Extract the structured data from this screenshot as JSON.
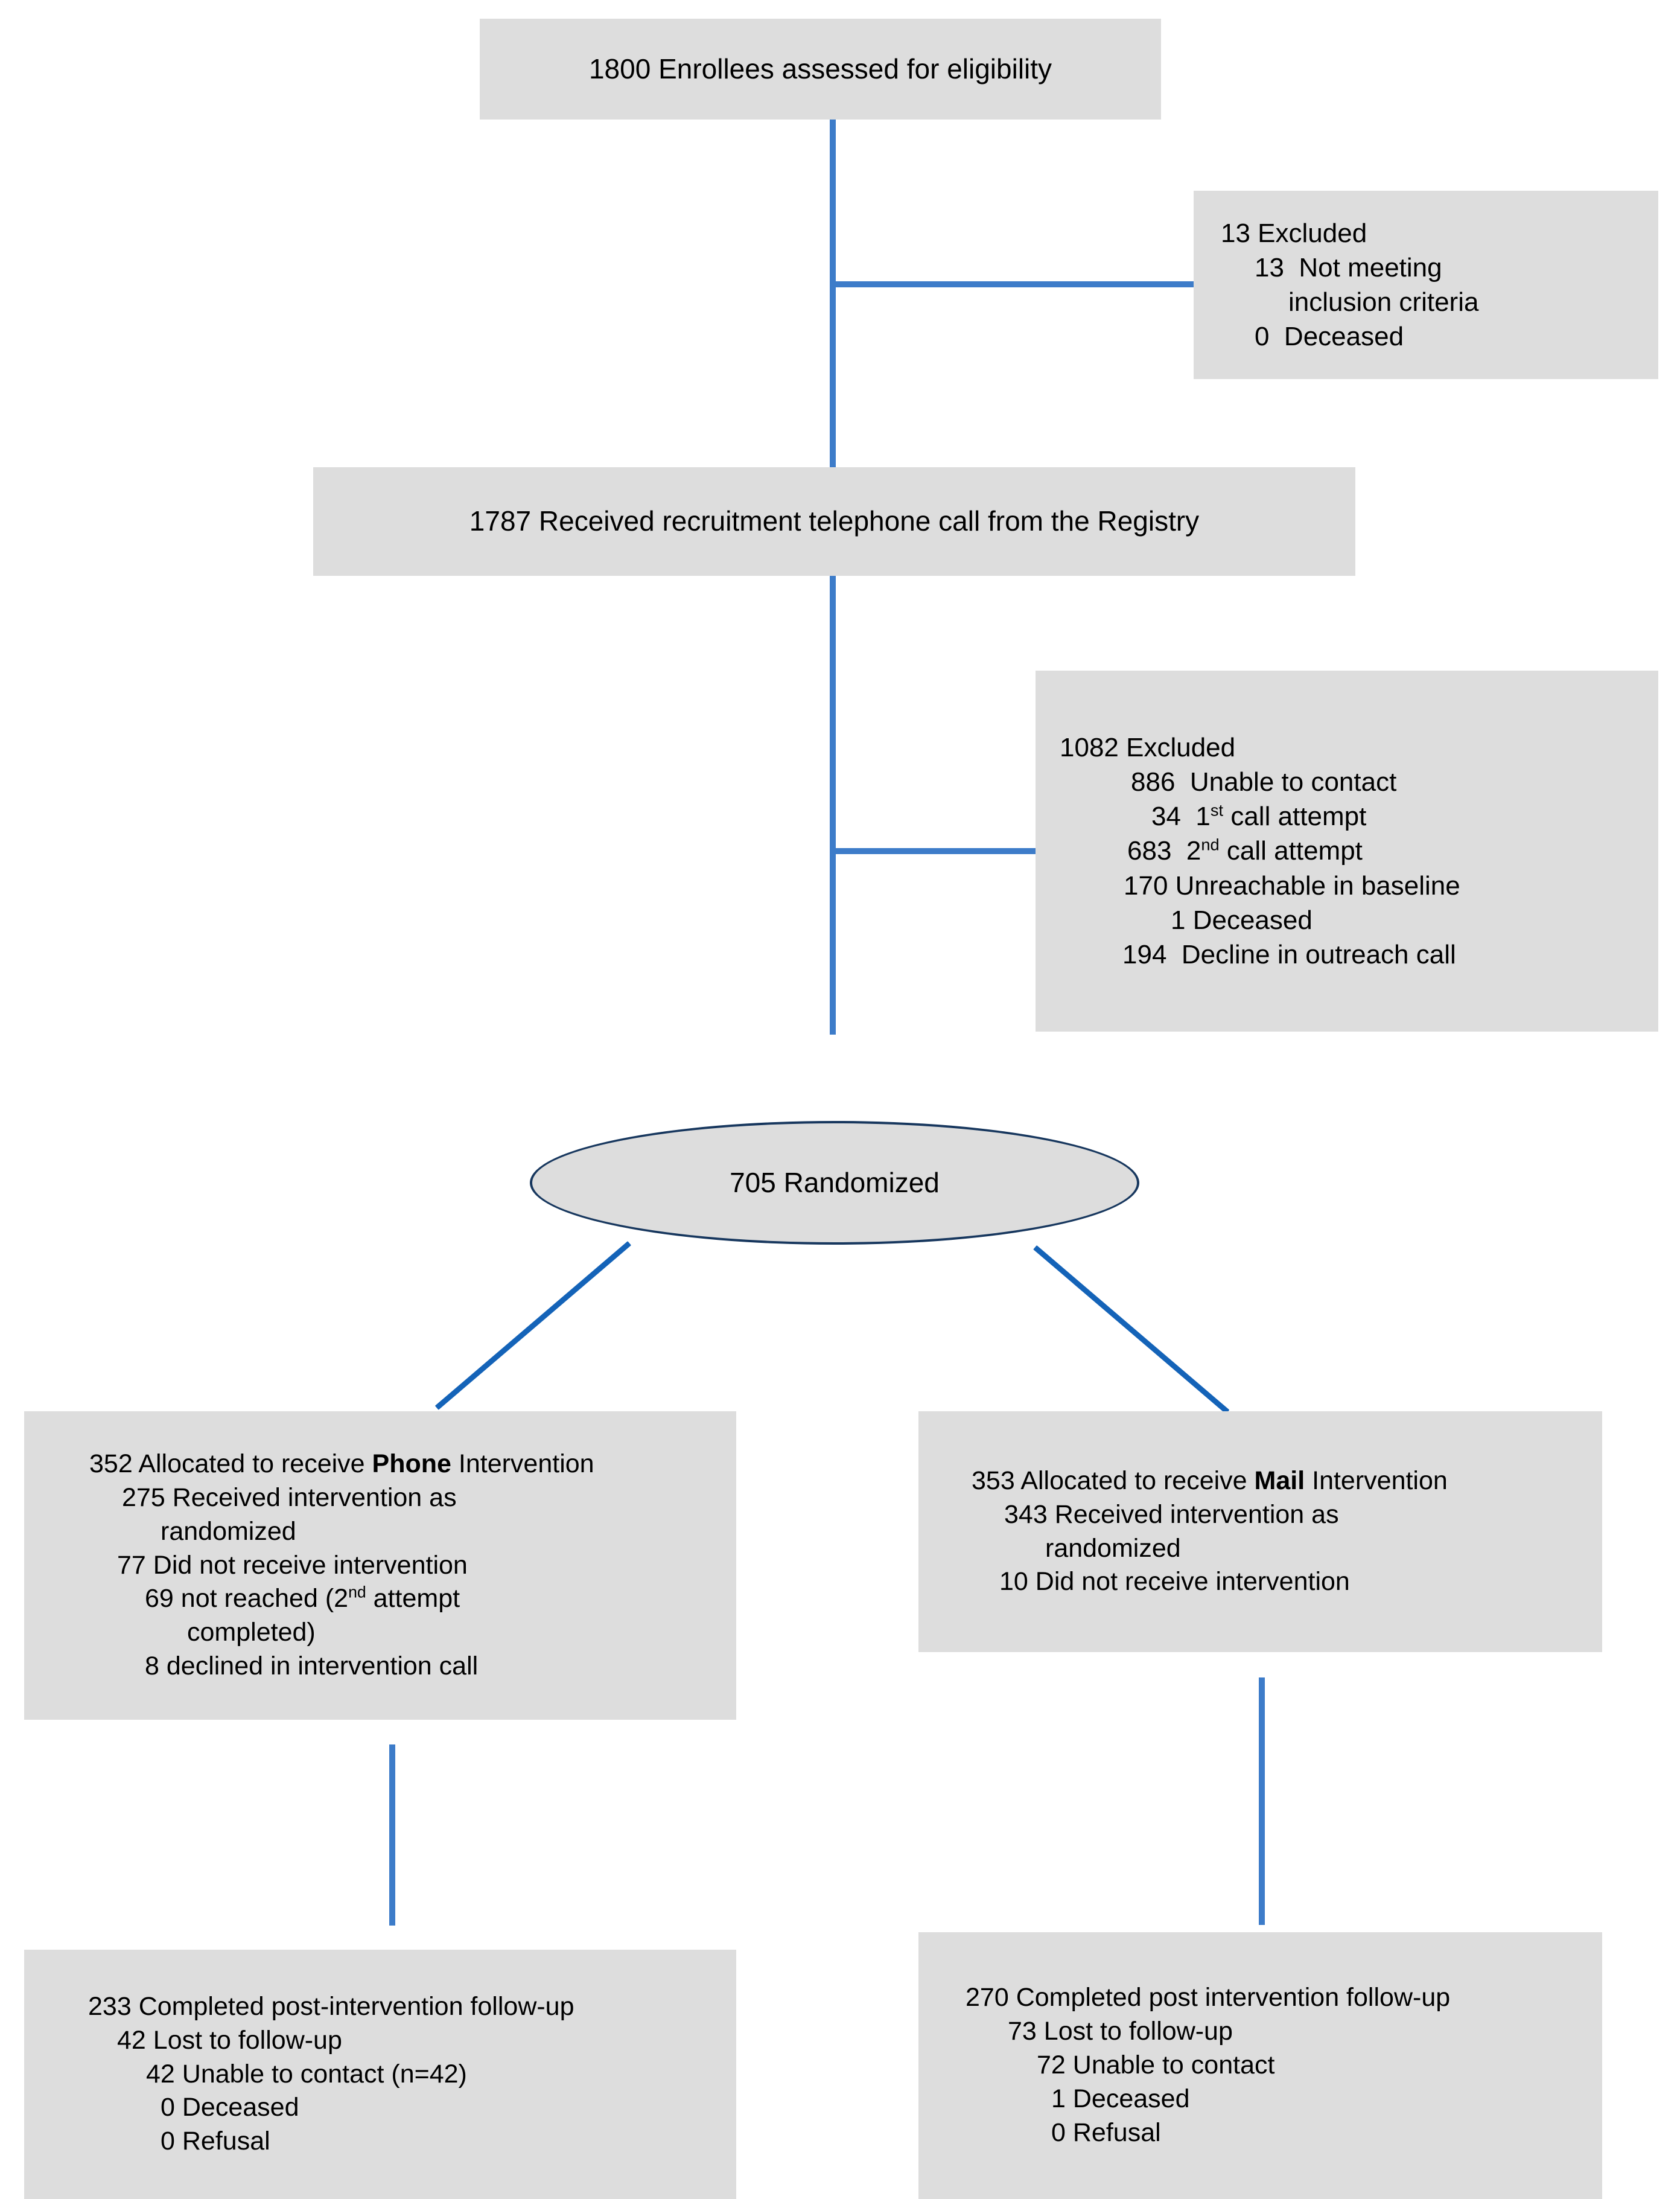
{
  "diagram": {
    "title": "CONSORT participant flow diagram",
    "colors": {
      "box_fill": "#dddddd",
      "connector_blue": "#3d7cc9",
      "diagonal_blue": "#1463b8",
      "ellipse_border": "#17375e",
      "text": "#000000",
      "background": "#ffffff"
    }
  },
  "nodes": {
    "enrolled": {
      "lines": [
        "1800 Enrollees assessed for eligibility"
      ]
    },
    "excluded_1": {
      "lines": [
        "13 Excluded",
        "13  Not meeting",
        "inclusion criteria",
        "0  Deceased"
      ]
    },
    "recruit": {
      "lines": [
        "1787 Received recruitment telephone call from the Registry"
      ]
    },
    "excluded_2": {
      "lines": [
        "1082 Excluded",
        "886  Unable to contact",
        "34  1st call attempt",
        "683  2nd call attempt",
        "170 Unreachable in baseline",
        "1 Deceased",
        "194  Decline in outreach call"
      ],
      "ordinals": {
        "first": {
          "number": "34",
          "ord_base": "1",
          "ord_sup": "st",
          "rest": " call attempt"
        },
        "second": {
          "number": "683",
          "ord_base": "2",
          "ord_sup": "nd",
          "rest": " call attempt"
        }
      }
    },
    "randomized": {
      "lines": [
        "705 Randomized"
      ]
    },
    "alloc_phone": {
      "header_pre": "352 Allocated to receive ",
      "header_bold": "Phone",
      "header_post": " Intervention",
      "lines": [
        "275 Received intervention as",
        "randomized",
        "77 Did not receive intervention",
        "69 not reached (2nd attempt",
        "completed)",
        "8 declined in intervention call"
      ],
      "ordinal": {
        "number": "69 not reached (2",
        "ord_sup": "nd",
        "rest": " attempt"
      }
    },
    "alloc_mail": {
      "header_pre": "353 Allocated to receive ",
      "header_bold": "Mail",
      "header_post": " Intervention",
      "lines": [
        "343 Received intervention as",
        "randomized",
        "10 Did not receive intervention"
      ]
    },
    "followup_phone": {
      "lines": [
        "233 Completed post-intervention follow-up",
        "42 Lost to follow-up",
        "42 Unable to contact (n=42)",
        "0 Deceased",
        "0 Refusal"
      ]
    },
    "followup_mail": {
      "lines": [
        "270 Completed post intervention follow-up",
        "73 Lost to follow-up",
        "72 Unable to contact",
        "1 Deceased",
        "0 Refusal"
      ]
    }
  }
}
